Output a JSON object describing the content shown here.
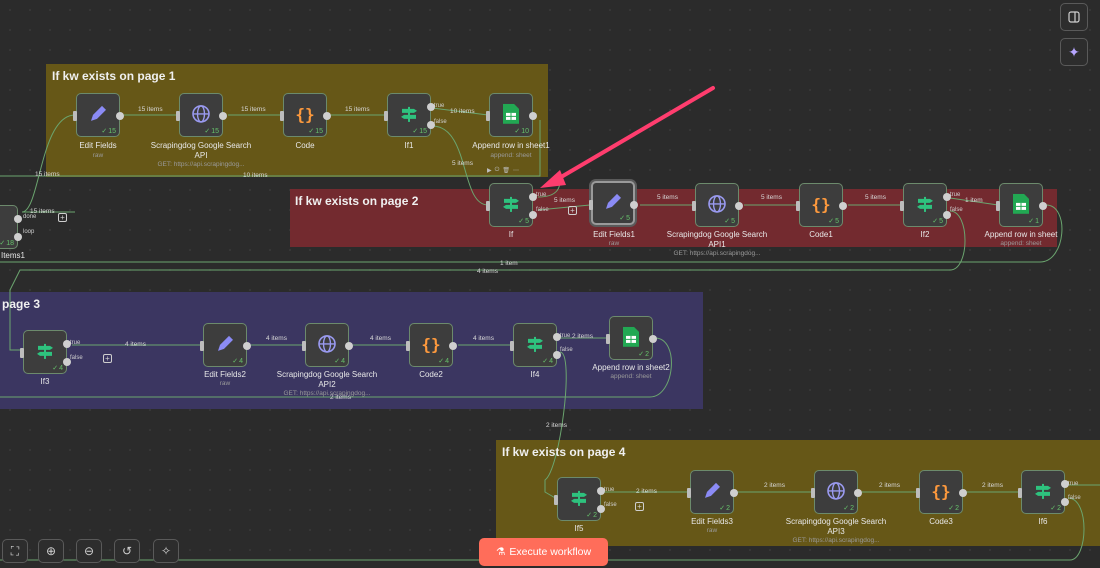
{
  "stickies": [
    {
      "title": "If kw exists on page 1",
      "color": "#6b5b16"
    },
    {
      "title": "If kw exists on page 2",
      "color": "#7a2a30"
    },
    {
      "title": "page 3",
      "color": "#3d3766"
    },
    {
      "title": "If kw exists on page 4",
      "color": "#6b5b16"
    }
  ],
  "nodes": {
    "loop": {
      "label": "Items1",
      "count": "18",
      "p1": "done",
      "p2": "loop"
    },
    "ef": {
      "label": "Edit Fields",
      "sub": "raw",
      "count": "15"
    },
    "sg": {
      "label": "Scrapingdog Google Search API",
      "sub": "GET: https://api.scrapingdog...",
      "count": "15"
    },
    "code": {
      "label": "Code",
      "count": "15"
    },
    "if1": {
      "label": "If1",
      "count": "15",
      "pt": "true",
      "pf": "false"
    },
    "ap": {
      "label": "Append row in sheet1",
      "sub": "append: sheet",
      "count": "10"
    },
    "if": {
      "label": "If",
      "count": "5",
      "pt": "true",
      "pf": "false"
    },
    "ef1": {
      "label": "Edit Fields1",
      "sub": "raw",
      "count": "5"
    },
    "sg1": {
      "label": "Scrapingdog Google Search API1",
      "sub": "GET: https://api.scrapingdog...",
      "count": "5"
    },
    "code1": {
      "label": "Code1",
      "count": "5"
    },
    "if2": {
      "label": "If2",
      "count": "5",
      "pt": "true",
      "pf": "false"
    },
    "ap1": {
      "label": "Append row in sheet",
      "sub": "append: sheet",
      "count": "1"
    },
    "if3": {
      "label": "If3",
      "count": "4",
      "pt": "true",
      "pf": "false"
    },
    "ef2": {
      "label": "Edit Fields2",
      "sub": "raw",
      "count": "4"
    },
    "sg2": {
      "label": "Scrapingdog Google Search API2",
      "sub": "GET: https://api.scrapingdog...",
      "count": "4"
    },
    "code2": {
      "label": "Code2",
      "count": "4"
    },
    "if4": {
      "label": "If4",
      "count": "4",
      "pt": "true",
      "pf": "false"
    },
    "ap2": {
      "label": "Append row in sheet2",
      "sub": "append: sheet",
      "count": "2"
    },
    "if5": {
      "label": "If5",
      "count": "2",
      "pt": "true",
      "pf": "false"
    },
    "ef3": {
      "label": "Edit Fields3",
      "sub": "raw",
      "count": "2"
    },
    "sg3": {
      "label": "Scrapingdog Google Search API3",
      "sub": "GET: https://api.scrapingdog...",
      "count": "2"
    },
    "code3": {
      "label": "Code3",
      "count": "2"
    },
    "if6": {
      "label": "If6",
      "count": "2",
      "pt": "true",
      "pf": "false"
    }
  },
  "edges": {
    "e15a": "15 items",
    "e15b": "15 items",
    "e15c": "15 items",
    "e15d": "15 items",
    "e10a": "10 items",
    "e5a": "5 items",
    "e15e": "15 items",
    "e10b": "10 items",
    "e5b": "5 items",
    "e5c": "5 items",
    "e5d": "5 items",
    "e5e": "5 items",
    "e1a": "1 item",
    "e1b": "1 item",
    "e4a": "4 items",
    "e4b": "4 items",
    "e4c": "4 items",
    "e4d": "4 items",
    "e4e": "4 items",
    "e2a": "2 items",
    "e2b": "2 items",
    "e2c": "2 items",
    "e2d": "2 items",
    "e2e": "2 items",
    "e2f": "2 items",
    "e2g": "2 items"
  },
  "toolbar": {
    "execute_label": "Execute workflow"
  },
  "colors": {
    "accent": "#ff6d5a",
    "edge": "#6ba56f",
    "arrow": "#ff3d6e",
    "sheet": "#22a853",
    "pen": "#8b8bf5",
    "globe": "#9a9af0"
  }
}
